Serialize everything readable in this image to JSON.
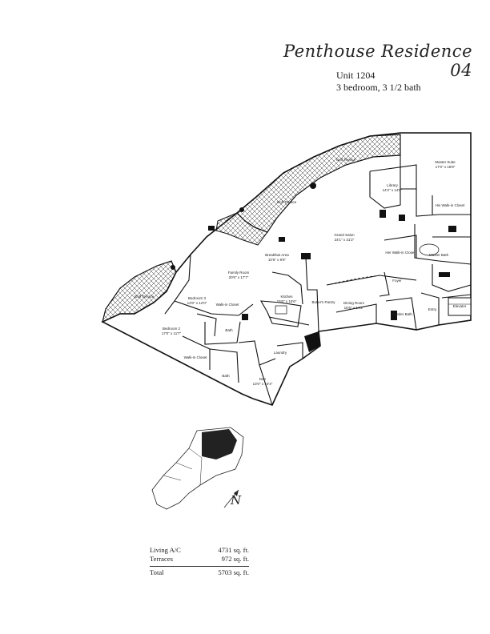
{
  "header": {
    "title": "Penthouse Residence 04",
    "unit": "Unit 1204",
    "bed_bath": "3 bedroom, 3 1/2 bath"
  },
  "floorplan": {
    "rooms": {
      "golf_terrace_top": "Golf Terrace",
      "golf_terrace_mid": "Golf Terrace",
      "golf_terrace_left": "Golf Terrace",
      "master_suite": "Master Suite",
      "master_suite_dim": "17'0\" x 18'8\"",
      "library": "Library",
      "library_dim": "14'2\" x 14'8\"",
      "his_closet": "His Walk-in Closet",
      "her_closet": "Her Walk-in Closet",
      "master_bath": "Master Bath",
      "grand_salon": "Grand Salon",
      "grand_salon_dim": "24'1\" x 31'2\"",
      "breakfast": "Breakfast Area",
      "breakfast_dim": "10'6\" x 9'5\"",
      "family_room": "Family Room",
      "family_room_dim": "20'6\" x 17'7\"",
      "kitchen": "Kitchen",
      "kitchen_dim": "15'0\" x 15'6\"",
      "butlers_pantry": "Butler's Pantry",
      "dining": "Dining Room",
      "dining_dim": "16'6\" x 14'2\"",
      "foyer": "Foyer",
      "powder": "Powder Bath",
      "entry": "Entry",
      "elevator": "Elevator",
      "bedroom3": "Bedroom 3",
      "bedroom3_dim": "13'0\" x 12'0\"",
      "bedroom2": "Bedroom 2",
      "bedroom2_dim": "17'0\" x 11'7\"",
      "walkin_1": "Walk-in Closet",
      "walkin_2": "Walk-in Closet",
      "bath_1": "Bath",
      "bath_2": "Bath",
      "laundry": "Laundry",
      "den": "Den",
      "den_dim": "13'0\" x 10'4\""
    },
    "north_label": "N"
  },
  "areas": {
    "rows": [
      {
        "label": "Living A/C",
        "value": "4731 sq. ft."
      },
      {
        "label": "Terraces",
        "value": "972 sq. ft."
      }
    ],
    "total": {
      "label": "Total",
      "value": "5703 sq. ft."
    }
  }
}
